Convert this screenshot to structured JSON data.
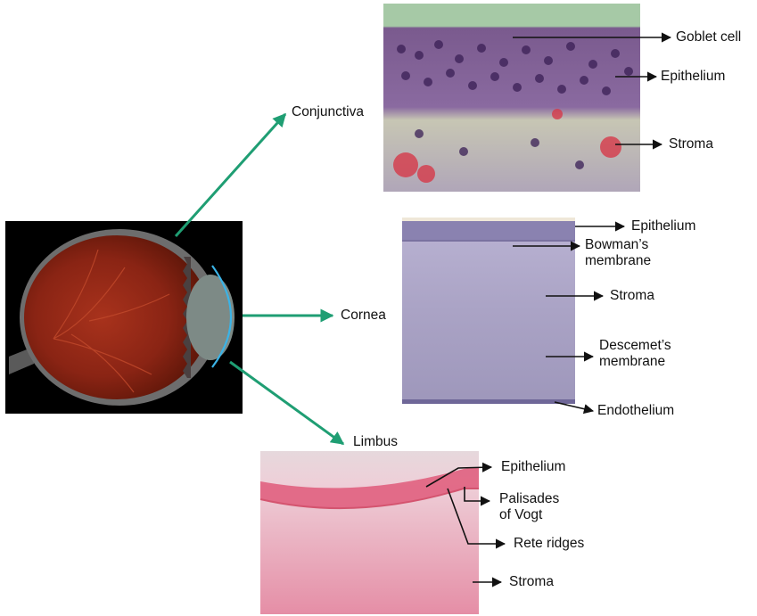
{
  "figure": {
    "regions": {
      "conjunctiva": {
        "name": "Conjunctiva",
        "labels": {
          "goblet_cell": "Goblet cell",
          "epithelium": "Epithelium",
          "stroma": "Stroma"
        }
      },
      "cornea": {
        "name": "Cornea",
        "labels": {
          "epithelium": "Epithelium",
          "bowmans_line1": "Bowman’s",
          "bowmans_line2": "membrane",
          "stroma": "Stroma",
          "descemets_line1": "Descemet’s",
          "descemets_line2": "membrane",
          "endothelium": "Endothelium"
        }
      },
      "limbus": {
        "name": "Limbus",
        "labels": {
          "epithelium": "Epithelium",
          "palisades_line1": "Palisades",
          "palisades_line2": "of Vogt",
          "rete_ridges": "Rete ridges",
          "stroma": "Stroma"
        }
      }
    },
    "colors": {
      "connector_arrow": "#1f9e73",
      "label_arrow": "#111111",
      "cornea_outline": "#3bb3e6",
      "conjunctiva_tissue": "#8a5f9a",
      "cornea_tissue": "#a9a3c4",
      "limbus_tissue": "#e8a2b5",
      "eye_background": "#000000",
      "retina": "#8e2414"
    }
  }
}
